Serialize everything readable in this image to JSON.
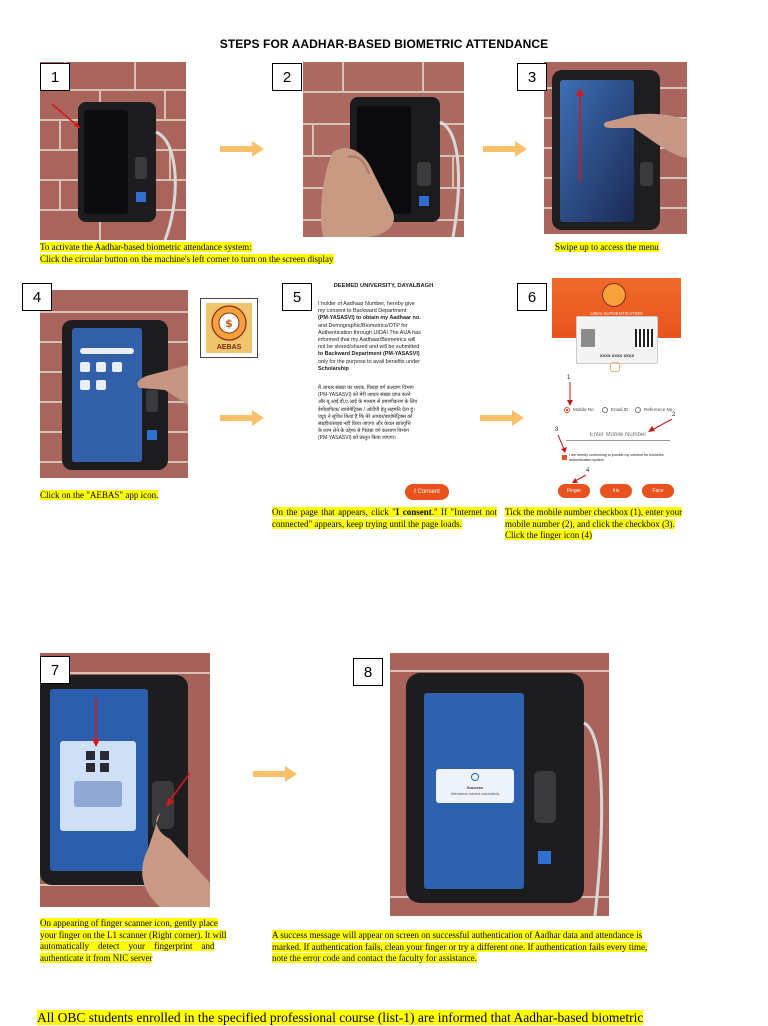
{
  "title": "STEPS FOR AADHAR-BASED BIOMETRIC ATTENDANCE",
  "steps": [
    {
      "number": "1",
      "caption_lines": [
        "To activate the Aadhar-based biometric attendance system:",
        "Click the circular button on the machine's left corner to turn on the screen display"
      ]
    },
    {
      "number": "2"
    },
    {
      "number": "3",
      "caption_lines": [
        "Swipe up to access the menu"
      ]
    },
    {
      "number": "4",
      "caption_lines": [
        "Click on  the \"AEBAS\" app icon."
      ],
      "app_label": "AEBAS"
    },
    {
      "number": "5",
      "caption_pre": "On  the  page  that  appears,  click  \"",
      "caption_bold": "I  consent",
      "caption_post": ".\"  If \"Internet not connected\" appears, keep trying until the page loads."
    },
    {
      "number": "6",
      "caption_lines": [
        "Tick the mobile number checkbox (1), enter your",
        "mobile number (2), and click the checkbox (3).",
        "Click the finger icon (4)"
      ]
    },
    {
      "number": "7",
      "caption_lines": [
        "On appearing of finger scanner icon, gently place",
        "your finger on the L1 scanner (Right corner). It will",
        "automatically    detect    your    fingerprint    and",
        "authenticate it from NIC server"
      ]
    },
    {
      "number": "8",
      "caption_lines": [
        "A success message will appear on screen on successful authentication of Aadhar data and attendance is",
        "marked. If authentication fails, clean your finger or try a different one. If authentication fails every time,",
        "note the error code and contact the faculty for assistance."
      ]
    }
  ],
  "consent_screen": {
    "header": "DEEMED UNIVERSITY, DAYALBAGH",
    "english_lines": [
      "I holder of Aadhaar Number, hereby give",
      "my consent to Backward Department",
      "(PM-YASASVI) to obtain my Aadhaar no.",
      "and Demographic/Biometrics/OTP for",
      "Authentication through UIDAI.The AUA has",
      "informed that my Aadhaar/Biometrics will",
      "not be stored/shared and will be submitted",
      "to Backward Department (PM-YASASVI)",
      "only for the purpose to avail benefits under",
      "Scholarship"
    ],
    "hindi_lines": [
      "मैं आधार संख्या का धारक, पिछड़ा वर्ग कल्याण विभाग",
      "(PM-YASASVI) को मेरी आधार संख्या प्राप्त करने",
      "और यू.आई.डी.ए.आई के माध्यम से प्रमाणीकरण के लिए",
      "डेमोग्राफिक/ बायोमेट्रिक्स / ओटीपी हेतु सहमति देता हूं।",
      "एयूए ने सूचित किया है कि मेरे आधार/बायोमेट्रिक्स को",
      "संग्रहीत/साझा नहीं किया जाएगा और केवल छात्रवृत्ति",
      "के लाभ लेने के उद्देश्य से पिछड़ा वर्ग कल्याण विभाग",
      "(PM-YASASVI) को प्रस्तुत किया जाएगा।"
    ],
    "consent_button": "I Consent"
  },
  "auth_screen": {
    "header": "UIDAI AUTHENTICATION",
    "card_number": "XXXX XXXX XXXX",
    "options": [
      "Mobile No",
      "Email ID",
      "Reference No"
    ],
    "mobile_placeholder": "Enter Mobile Number",
    "consent_text": "I am hereby conforming to provide my consent for biometric authentication system",
    "buttons": [
      "Finger",
      "Iris",
      "Face"
    ],
    "markers": [
      "1",
      "2",
      "3",
      "4"
    ]
  },
  "success_screen": {
    "title": "Success",
    "message": "Attendance marked successfully"
  },
  "footer": "All OBC students enrolled in the specified professional course (list-1) are informed that Aadhar-based biometric",
  "colors": {
    "highlight": "#ffff00",
    "arrow": "#f7c16a",
    "brick": "#a8645c",
    "device": "#1d1d1f",
    "accent_orange": "#e8531d"
  }
}
